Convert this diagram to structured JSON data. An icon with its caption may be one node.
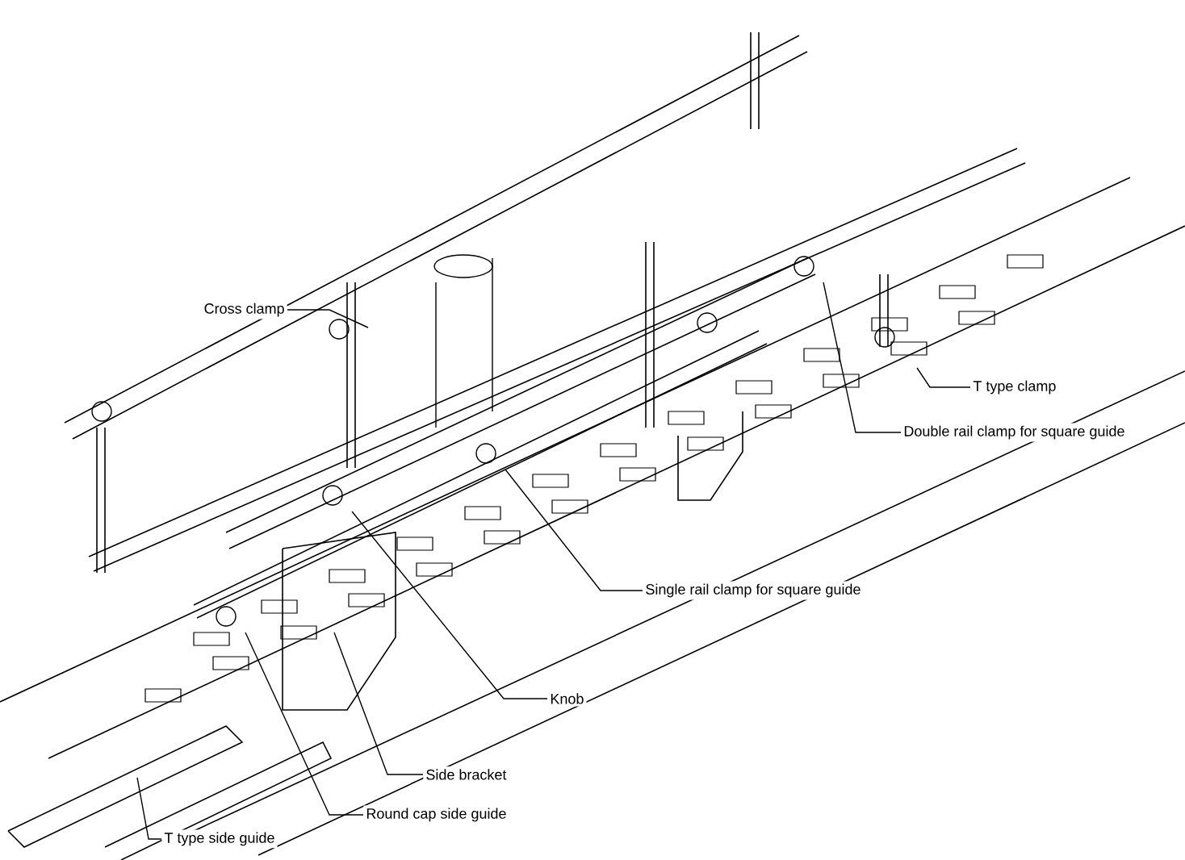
{
  "diagram": {
    "nodes": [
      {
        "text": [
          "Cross clamp"
        ]
      },
      {
        "text": [
          "T type clamp"
        ]
      },
      {
        "text": [
          "Double rail clamp for square guide"
        ]
      },
      {
        "text": [
          "Single rail clamp for square guide"
        ]
      },
      {
        "text": [
          "Knob"
        ]
      },
      {
        "text": [
          "Side bracket"
        ]
      },
      {
        "text": [
          "Round cap side guide"
        ]
      },
      {
        "text": [
          "T type side guide"
        ]
      }
    ],
    "edges": [
      {
        "from": 0,
        "to": null,
        "arrow": "none"
      },
      {
        "from": 1,
        "to": null,
        "arrow": "none"
      },
      {
        "from": 2,
        "to": null,
        "arrow": "none"
      },
      {
        "from": 3,
        "to": null,
        "arrow": "none"
      },
      {
        "from": 4,
        "to": null,
        "arrow": "none"
      },
      {
        "from": 5,
        "to": null,
        "arrow": "none"
      },
      {
        "from": 6,
        "to": null,
        "arrow": "none"
      },
      {
        "from": 7,
        "to": null,
        "arrow": "none"
      }
    ]
  }
}
